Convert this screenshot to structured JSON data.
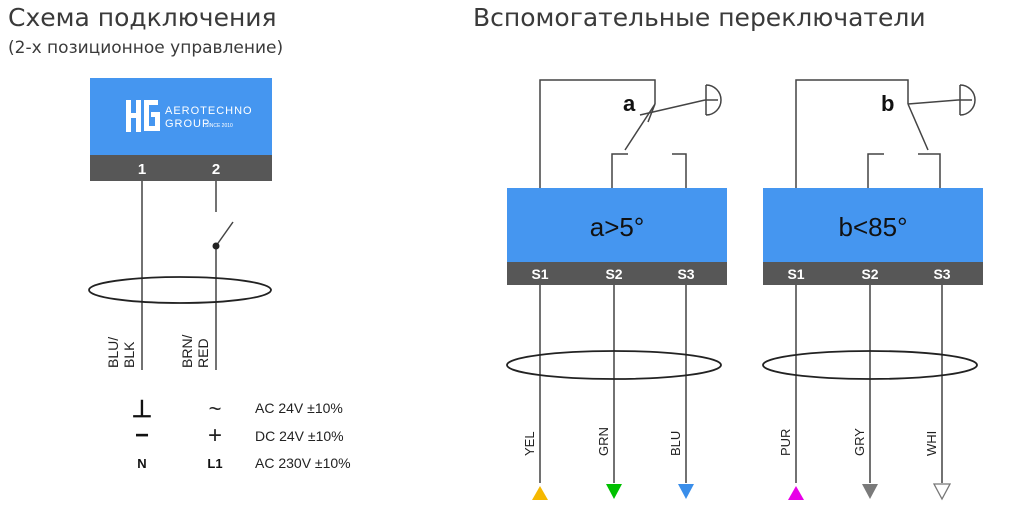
{
  "left": {
    "title": "Схема подключения",
    "subtitle": "(2-х позиционное управление)",
    "brand": {
      "line1": "AEROTECHNO",
      "line2": "GROUP",
      "since": "SINCE 2010"
    },
    "terminals": [
      "1",
      "2"
    ],
    "wires": [
      {
        "line1": "BLU/",
        "line2": "BLK"
      },
      {
        "line1": "BRN/",
        "line2": "RED"
      }
    ],
    "legend": [
      {
        "sym1": "⊥",
        "sym2": "~",
        "text": "AC 24V ±10%"
      },
      {
        "sym1": "−",
        "sym2": "+",
        "text": "DC 24V ±10%"
      },
      {
        "sym1": "N",
        "sym2": "L1",
        "text": "AC 230V ±10%"
      }
    ]
  },
  "right": {
    "title": "Вспомогательные переключатели",
    "switches": [
      {
        "letter": "a",
        "condition": "a>5°",
        "terminals": [
          "S1",
          "S2",
          "S3"
        ],
        "wires": [
          {
            "label": "YEL",
            "color": "#f5b800",
            "filled": true
          },
          {
            "label": "GRN",
            "color": "#00c000",
            "filled": true
          },
          {
            "label": "BLU",
            "color": "#3a8eea",
            "filled": true
          }
        ]
      },
      {
        "letter": "b",
        "condition": "b<85°",
        "terminals": [
          "S1",
          "S2",
          "S3"
        ],
        "wires": [
          {
            "label": "PUR",
            "color": "#e800e8",
            "filled": true
          },
          {
            "label": "GRY",
            "color": "#7a7a7a",
            "filled": true
          },
          {
            "label": "WHI",
            "color": "#777777",
            "filled": false
          }
        ]
      }
    ]
  },
  "colors": {
    "box_blue": "#4596f0",
    "terminal_bar": "#575757",
    "line": "#444444"
  }
}
